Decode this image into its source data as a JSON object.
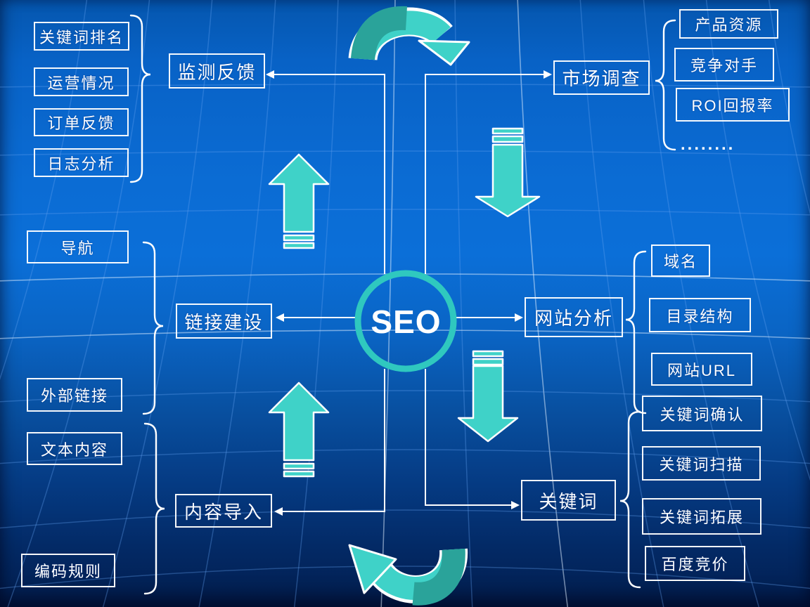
{
  "center": {
    "label": "SEO"
  },
  "branches": {
    "monitor": {
      "label": "监测反馈",
      "items": [
        "关键词排名",
        "运营情况",
        "订单反馈",
        "日志分析"
      ]
    },
    "market": {
      "label": "市场调查",
      "items": [
        "产品资源",
        "竞争对手",
        "ROI回报率"
      ],
      "more": "........"
    },
    "link": {
      "label": "链接建设",
      "items": [
        "导航",
        "外部链接"
      ]
    },
    "site": {
      "label": "网站分析",
      "items": [
        "域名",
        "目录结构",
        "网站URL"
      ]
    },
    "content": {
      "label": "内容导入",
      "items": [
        "文本内容",
        "编码规则"
      ]
    },
    "keyword": {
      "label": "关键词",
      "items": [
        "关键词确认",
        "关键词扫描",
        "关键词拓展",
        "百度竞价"
      ]
    }
  },
  "colors": {
    "background_top": "#0862c6",
    "background_mid": "#0b6fd8",
    "background_bottom": "#021d4e",
    "arrow_light": "#3fd2c8",
    "arrow_dark": "#2aa39a",
    "circle_ring": "#2fc8bf",
    "connector": "#ffffff",
    "box_border": "#ffffff",
    "text": "#ffffff"
  }
}
